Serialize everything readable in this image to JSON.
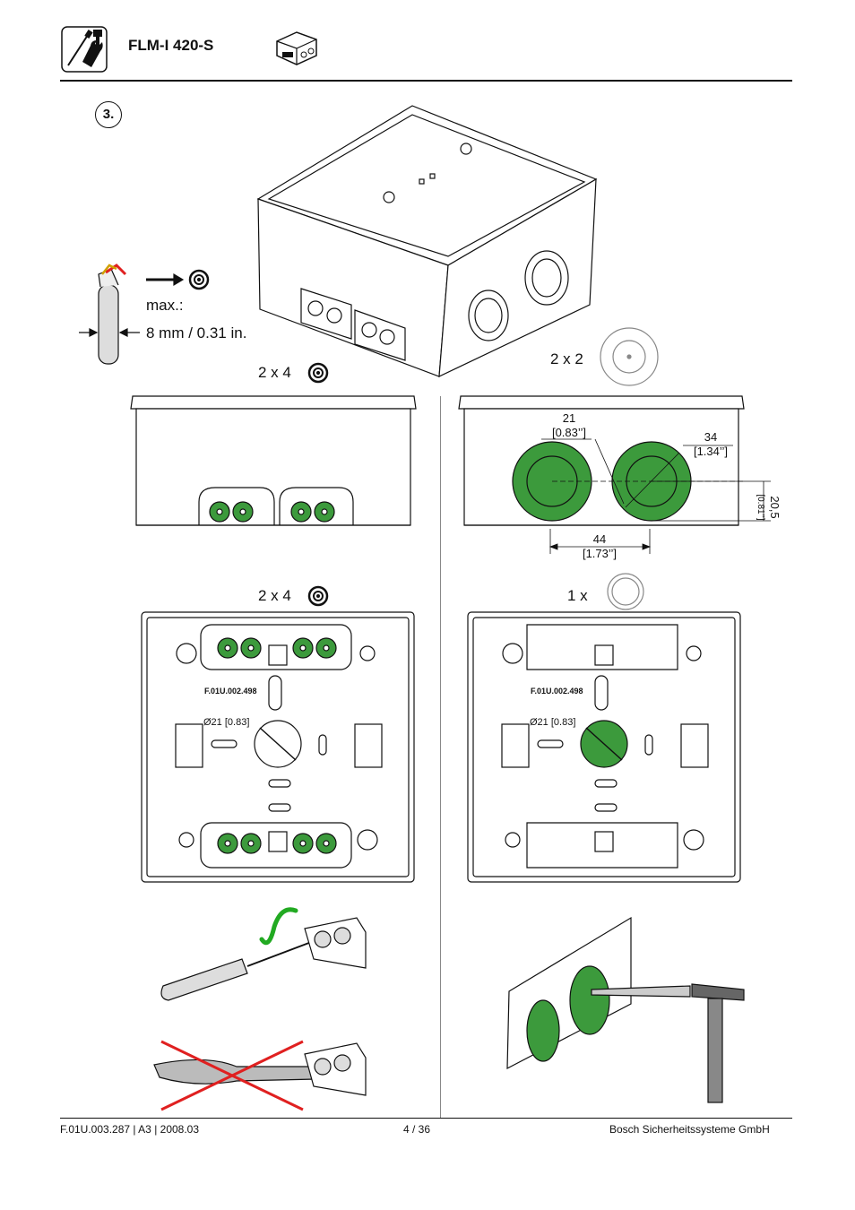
{
  "header": {
    "product_title": "FLM-I 420-S"
  },
  "step": {
    "number": "3."
  },
  "cable": {
    "max_label": "max.:",
    "max_size": "8 mm / 0.31 in."
  },
  "views": {
    "front_count": "2 x 4",
    "side_count": "2 x 2",
    "bottom_left_count": "2 x 4",
    "bottom_right_count": "1 x"
  },
  "dimensions": {
    "d21": "21",
    "d21_in": "[0.83’’]",
    "d34": "34",
    "d34_in": "[1.34’’]",
    "d20": "20,5",
    "d20_in": "[0.81’’]",
    "d44": "44",
    "d44_in": "[1.73’’]",
    "base_diameter": "Ø21 [0.83]",
    "part_code": "F.01U.002.498"
  },
  "footer": {
    "doc_ref": "F.01U.003.287 | A3 | 2008.03",
    "page": "4 / 36",
    "company": "Bosch Sicherheitssysteme GmbH"
  },
  "colors": {
    "knockout_green": "#3c9a3c",
    "cross_red": "#e02020",
    "check_green": "#22aa22"
  }
}
